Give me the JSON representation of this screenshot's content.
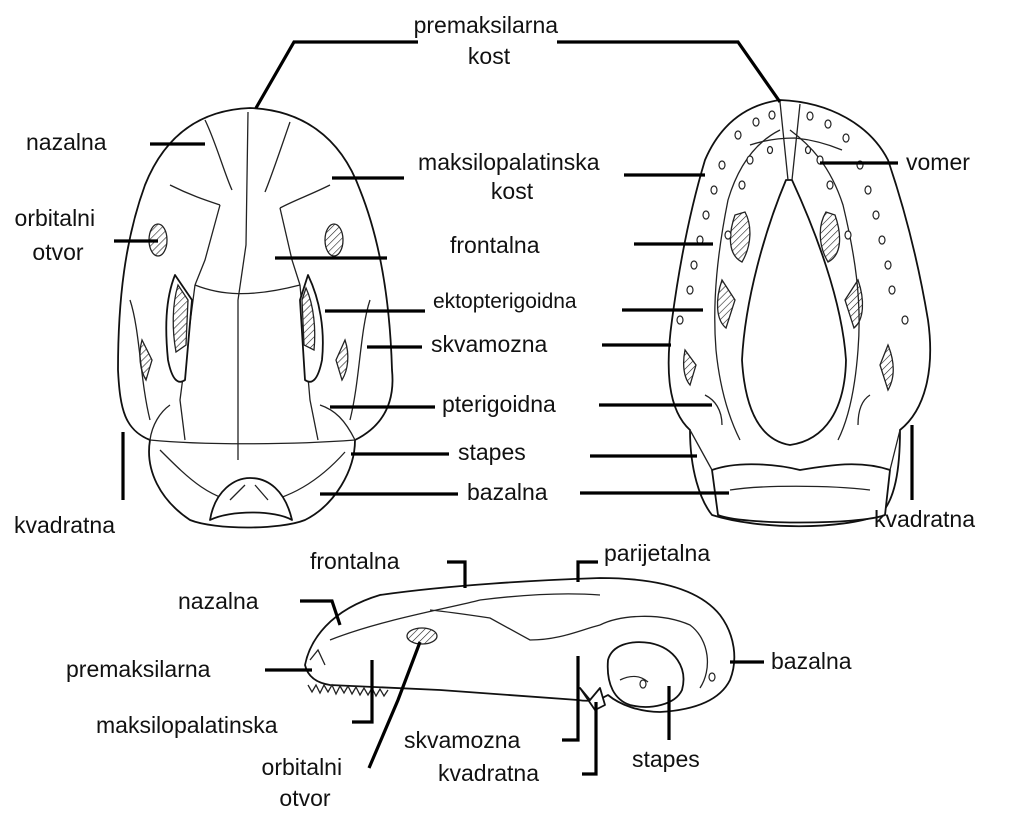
{
  "colors": {
    "line": "#000000",
    "text": "#111111",
    "background": "#ffffff"
  },
  "labels": {
    "premaksilarna_kost_l1": "premaksilarna",
    "premaksilarna_kost_l2": "kost",
    "nazalna_top": "nazalna",
    "maksilopalatinska_kost_l1": "maksilopalatinska",
    "maksilopalatinska_kost_l2": "kost",
    "vomer": "vomer",
    "orbitalni_otvor_top_l1": "orbitalni",
    "orbitalni_otvor_top_l2": "otvor",
    "frontalna_top": "frontalna",
    "ektopterigoidna": "ektopterigoidna",
    "skvamozna_top": "skvamozna",
    "pterigoidna": "pterigoidna",
    "stapes_top": "stapes",
    "bazalna_top": "bazalna",
    "kvadratna_left": "kvadratna",
    "kvadratna_right": "kvadratna",
    "frontalna_side": "frontalna",
    "parijetalna": "parijetalna",
    "nazalna_side": "nazalna",
    "premaksilarna_side": "premaksilarna",
    "bazalna_side": "bazalna",
    "maksilopalatinska_side": "maksilopalatinska",
    "skvamozna_side": "skvamozna",
    "orbitalni_otvor_side_l1": "orbitalni",
    "orbitalni_otvor_side_l2": "otvor",
    "kvadratna_side": "kvadratna",
    "stapes_side": "stapes"
  }
}
